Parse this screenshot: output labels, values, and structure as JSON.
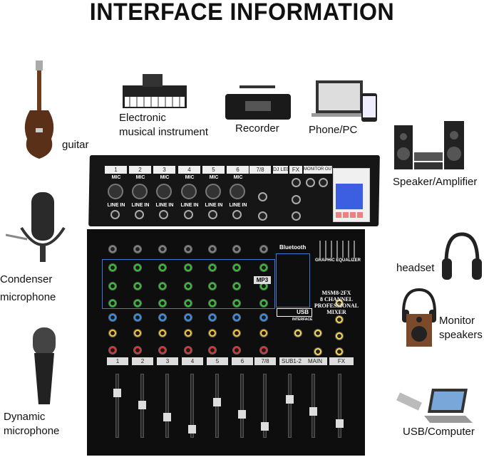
{
  "title": "INTERFACE INFORMATION",
  "devices": {
    "guitar": "guitar",
    "keyboard_l1": "Electronic",
    "keyboard_l2": "musical instrument",
    "recorder": "Recorder",
    "phone_pc": "Phone/PC",
    "speaker": "Speaker/Amplifier",
    "condenser_l1": "Condenser",
    "condenser_l2": "microphone",
    "headset": "headset",
    "monitor_l1": "Monitor",
    "monitor_l2": "speakers",
    "dynamic_l1": "Dynamic",
    "dynamic_l2": "microphone",
    "usb": "USB/Computer"
  },
  "mixer": {
    "channels": [
      "1",
      "2",
      "3",
      "4",
      "5",
      "6"
    ],
    "ch78": "7/8",
    "dj_led": "DJ LED",
    "fx": "FX",
    "monitor_out": "MONITOR OUT",
    "mic": "MIC",
    "line_in": "LINE IN",
    "bluetooth": "Bluetooth",
    "model": "MSM8-2FX",
    "line2": "8 CHANNEL",
    "line3": "PROFESSIONAL MIXER",
    "geq": "GRAPHIC EQUALIZER",
    "usb": "USB",
    "usb_sub": "INTERFACE",
    "mp3": "MP3",
    "bus_labels": [
      "1",
      "2",
      "3",
      "4",
      "5",
      "6",
      "7/8",
      "SUB1-2",
      "MAIN",
      "FX"
    ]
  }
}
